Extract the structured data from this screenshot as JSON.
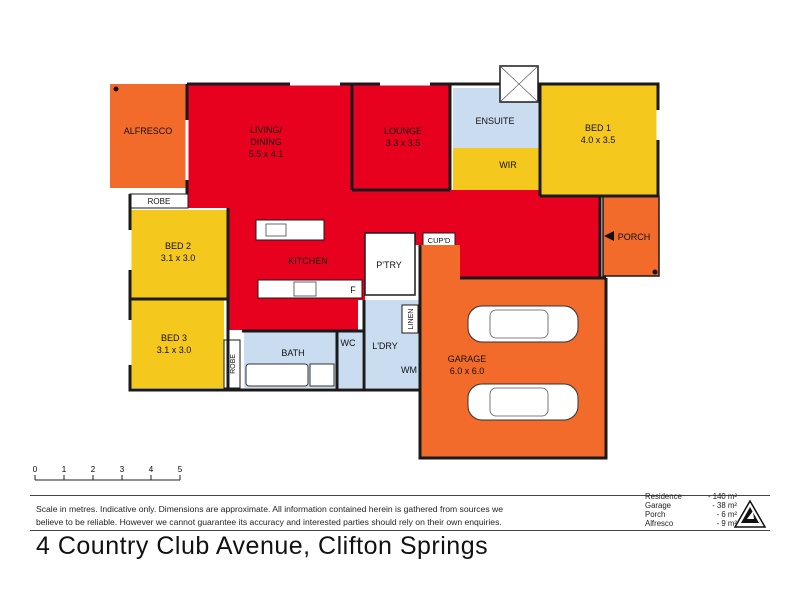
{
  "rooms": {
    "alfresco": {
      "name": "ALFRESCO"
    },
    "living": {
      "name": "LIVING/\nDINING",
      "line1": "LIVING/",
      "line2": "DINING",
      "dims": "5.5 x 4.1"
    },
    "lounge": {
      "name": "LOUNGE",
      "dims": "3.3 x 3.5"
    },
    "ensuite": {
      "name": "ENSUITE"
    },
    "bed1": {
      "name": "BED 1",
      "dims": "4.0 x 3.5"
    },
    "wir": {
      "name": "WIR"
    },
    "robe_top": {
      "name": "ROBE"
    },
    "bed2": {
      "name": "BED 2",
      "dims": "3.1 x 3.0"
    },
    "kitchen": {
      "name": "KITCHEN"
    },
    "pantry": {
      "name": "P'TRY"
    },
    "cupd": {
      "name": "CUP'D"
    },
    "porch": {
      "name": "PORCH"
    },
    "fridge": {
      "name": "F"
    },
    "linen": {
      "name": "LINEN"
    },
    "bed3": {
      "name": "BED 3",
      "dims": "3.1 x 3.0"
    },
    "robe_side": {
      "name": "ROBE"
    },
    "bath": {
      "name": "BATH"
    },
    "wc": {
      "name": "WC"
    },
    "laundry": {
      "name": "L'DRY"
    },
    "wm": {
      "name": "WM"
    },
    "garage": {
      "name": "GARAGE",
      "dims": "6.0 x 6.0"
    }
  },
  "scale": {
    "ticks": [
      "0",
      "1",
      "2",
      "3",
      "4",
      "5"
    ]
  },
  "disclaimer": {
    "line1": "Scale in metres. Indicative only. Dimensions are approximate.  All information contained herein is gathered from sources we",
    "line2": "believe to be reliable. However we cannot guarantee its accuracy and interested parties should rely on their own enquiries."
  },
  "address": "4 Country Club Avenue, Clifton Springs",
  "areas": [
    {
      "label": "Residence",
      "value": "- 140 m²"
    },
    {
      "label": "Garage",
      "value": "- 38 m²"
    },
    {
      "label": "Porch",
      "value": "- 6 m²"
    },
    {
      "label": "Alfresco",
      "value": "- 9 m²"
    }
  ],
  "colors": {
    "living": "#e8001f",
    "bedroom": "#f4c81c",
    "outdoor": "#f26b2b",
    "wet": "#c9dcf0",
    "wall": "#1a1a1a",
    "white": "#ffffff"
  }
}
